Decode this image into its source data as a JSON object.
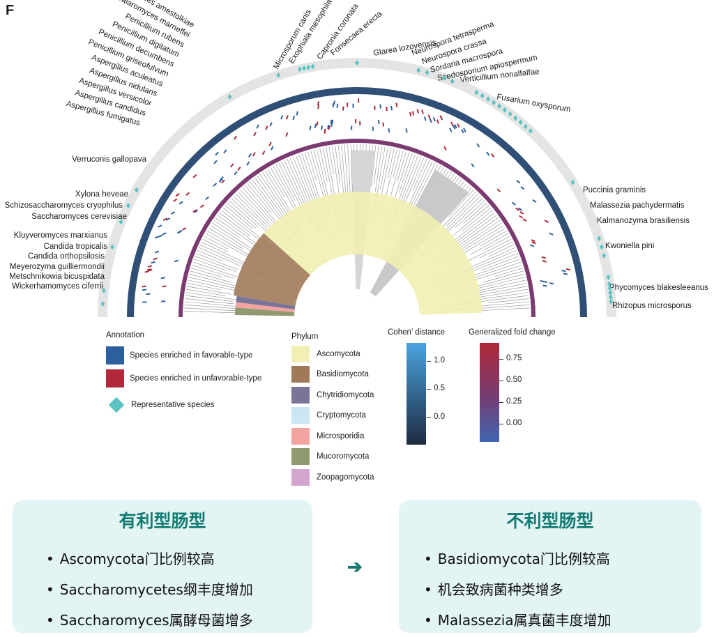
{
  "panel_label": "F",
  "species_left": [
    "Talaromyces amestolkiae",
    "Talaromyces marneffei",
    "Penicillium rubens",
    "Penicillium digitatum",
    "Penicillium decumbens",
    "Penicillium griseofulvum",
    "Aspergillus aculeatus",
    "Aspergillus nidulans",
    "Aspergillus versicolor",
    "Aspergillus candidus",
    "Aspergillus fumigatus",
    "Verruconis gallopava",
    "Xylona heveae",
    "Schizosaccharomyces cryophilus",
    "Saccharomyces cerevisiae",
    "Kluyveromyces marxianus",
    "Candida tropicalis",
    "Candida orthopsilosis",
    "Meyerozyma guilliermondii",
    "Metschnikowia bicuspidata",
    "Wickerhamomyces ciferrii"
  ],
  "species_top": [
    "Microsporum canis",
    "Exophiala mesophila",
    "Capronia coronata",
    "Fonsecaea erecta",
    "Glarea lozoyensis",
    "Neurospora tetrasperma",
    "Neurospora crassa",
    "Sordaria macrospora",
    "Scedosporium apiospermum",
    "Verticillium nonalfalfae",
    "Fusarium oxysporum"
  ],
  "species_right": [
    "Puccinia graminis",
    "Malassezia pachydermatis",
    "Kalmanozyma brasiliensis",
    "Kwoniella pini",
    "Phycomyces blakesleeanus",
    "Rhizopus microsporus"
  ],
  "legend": {
    "annotation": {
      "title": "Annotation",
      "items": [
        {
          "label": "Species enriched in favorable-type",
          "color": "#2c5f9e"
        },
        {
          "label": "Species enriched in unfavorable-type",
          "color": "#b0283a"
        },
        {
          "label": "Representative species",
          "color": "#5ec4c2"
        }
      ]
    },
    "phylum": {
      "title": "Phylum",
      "items": [
        {
          "label": "Ascomycota",
          "color": "#f1f0b2"
        },
        {
          "label": "Basidiomycota",
          "color": "#a07a58"
        },
        {
          "label": "Chytridiomycota",
          "color": "#7a7497"
        },
        {
          "label": "Cryptomycota",
          "color": "#cbe6f3"
        },
        {
          "label": "Microsporidia",
          "color": "#f3a3a0"
        },
        {
          "label": "Mucoromycota",
          "color": "#8f9a6f"
        },
        {
          "label": "Zoopagomycota",
          "color": "#d4a6cf"
        }
      ]
    },
    "cohen": {
      "title": "Cohen’ distance",
      "ticks": [
        "1.0",
        "0.5",
        "0.0"
      ],
      "colors": [
        "#4aa3e0",
        "#1d2b40"
      ]
    },
    "gfc": {
      "title": "Generalized fold change",
      "ticks": [
        "0.75",
        "0.50",
        "0.25",
        "0.00"
      ],
      "colors": [
        "#b0283a",
        "#3f64b0"
      ]
    }
  },
  "summary": {
    "favorable": {
      "title": "有利型肠型",
      "items": [
        "Ascomycota门比例较高",
        "Saccharomycetes纲丰度增加",
        "Saccharomyces属酵母菌增多"
      ]
    },
    "unfavorable": {
      "title": "不利型肠型",
      "items": [
        "Basidiomycota门比例较高",
        "机会致病菌种类增多",
        "Malassezia属真菌丰度增加"
      ]
    },
    "arrow": "➔"
  }
}
